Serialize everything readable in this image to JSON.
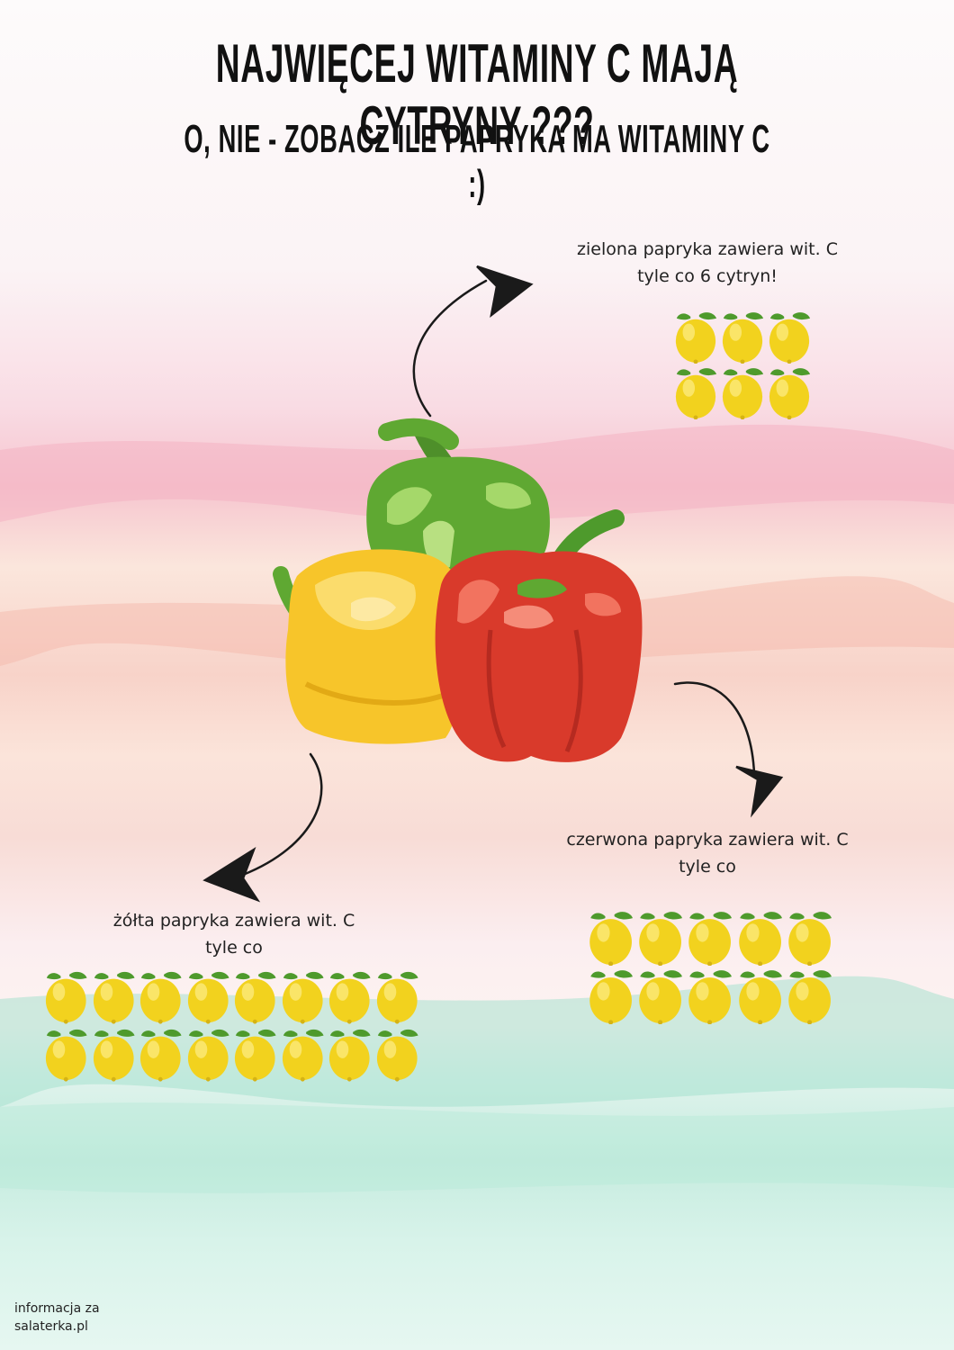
{
  "title": "NAJWIĘCEJ WITAMINY C MAJĄ CYTRYNY ???",
  "subtitle": "O, NIE -  ZOBACZ ILE PAPRYKA MA WITAMINY C :)",
  "green": {
    "line1": "zielona papryka zawiera wit. C",
    "line2": "tyle co  6 cytryn!",
    "lemons": 6
  },
  "red": {
    "line1": "czerwona papryka zawiera wit. C",
    "line2": "tyle co",
    "lemons": 10
  },
  "yellow": {
    "line1": "żółta papryka zawiera wit. C",
    "line2": "tyle co",
    "lemons": 16
  },
  "credit": {
    "line1": "informacja za",
    "line2": "salaterka.pl"
  },
  "colors": {
    "lemon": "#f2d21e",
    "leaf": "#4e9a2c",
    "pepper_green": "#5fa832",
    "pepper_yellow": "#f7c52a",
    "pepper_red": "#d93a2b"
  }
}
